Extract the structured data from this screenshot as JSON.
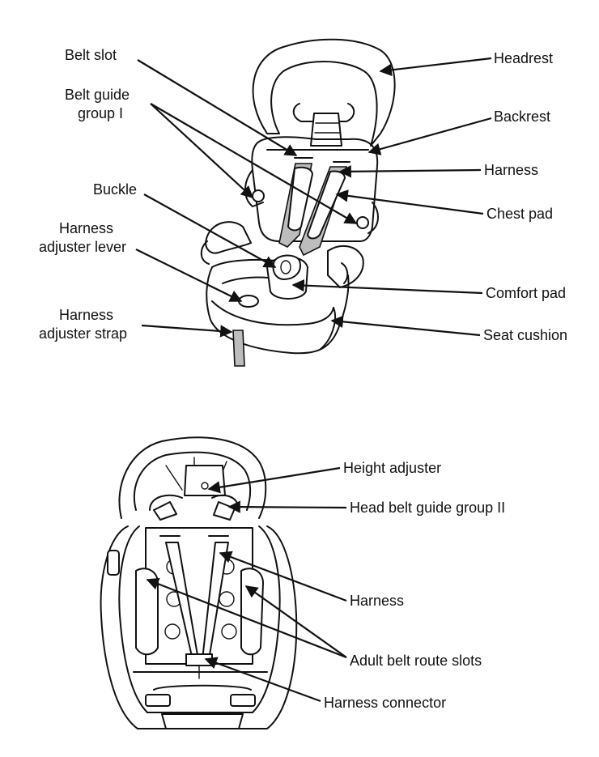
{
  "top_view": {
    "labels": {
      "belt_slot": "Belt slot",
      "belt_guide_group_1_line1": "Belt guide",
      "belt_guide_group_1_line2": "group I",
      "buckle": "Buckle",
      "harness_adjuster_lever_line1": "Harness",
      "harness_adjuster_lever_line2": "adjuster lever",
      "harness_adjuster_strap_line1": "Harness",
      "harness_adjuster_strap_line2": "adjuster strap",
      "headrest": "Headrest",
      "backrest": "Backrest",
      "harness": "Harness",
      "chest_pad": "Chest pad",
      "comfort_pad": "Comfort pad",
      "seat_cushion": "Seat cushion"
    }
  },
  "bottom_view": {
    "labels": {
      "height_adjuster": "Height adjuster",
      "head_belt_guide_group_2": "Head belt guide group II",
      "harness": "Harness",
      "adult_belt_route_slots": "Adult belt route slots",
      "harness_connector": "Harness connector"
    }
  },
  "colors": {
    "line": "#111111",
    "strap_fill": "#bdbdbd",
    "background": "#ffffff"
  }
}
